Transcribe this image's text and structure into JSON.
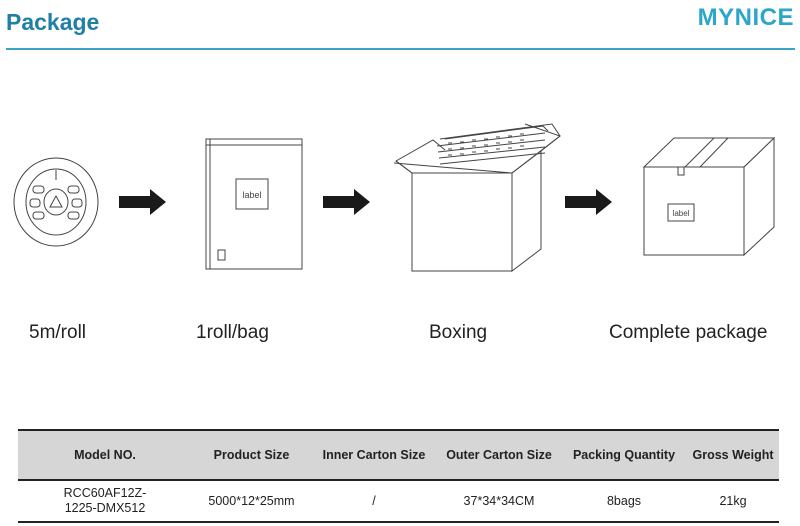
{
  "header": {
    "title": "Package",
    "brand": "MYNICE"
  },
  "steps": [
    {
      "caption": "5m/roll"
    },
    {
      "caption": "1roll/bag",
      "label": "label"
    },
    {
      "caption": "Boxing"
    },
    {
      "caption": "Complete package",
      "label": "label"
    }
  ],
  "table": {
    "headers": [
      "Model NO.",
      "Product Size",
      "Inner Carton Size",
      "Outer Carton Size",
      "Packing Quantity",
      "Gross Weight"
    ],
    "rows": [
      [
        "RCC60AF12Z-1225-DMX512",
        "5000*12*25mm",
        "/",
        "37*34*34CM",
        "8bags",
        "21kg"
      ]
    ]
  },
  "colors": {
    "title": "#1f7fa6",
    "brand": "#2ea6c9",
    "rule": "#3aa3c6",
    "table_header": "#d6d6d6"
  }
}
